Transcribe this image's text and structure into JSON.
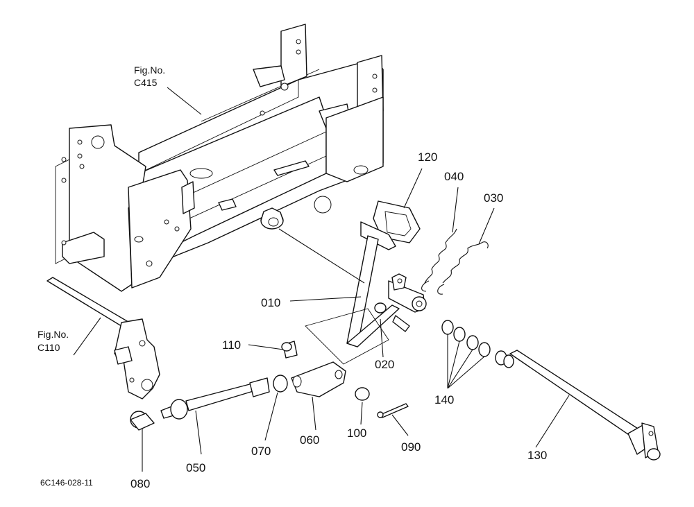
{
  "figure_code": "6C146-028-11",
  "fig_refs": [
    {
      "title": "Fig.No.",
      "code": "C415"
    },
    {
      "title": "Fig.No.",
      "code": "C110"
    }
  ],
  "parts": [
    "010",
    "020",
    "030",
    "040",
    "050",
    "060",
    "070",
    "080",
    "090",
    "100",
    "110",
    "120",
    "130",
    "140"
  ]
}
